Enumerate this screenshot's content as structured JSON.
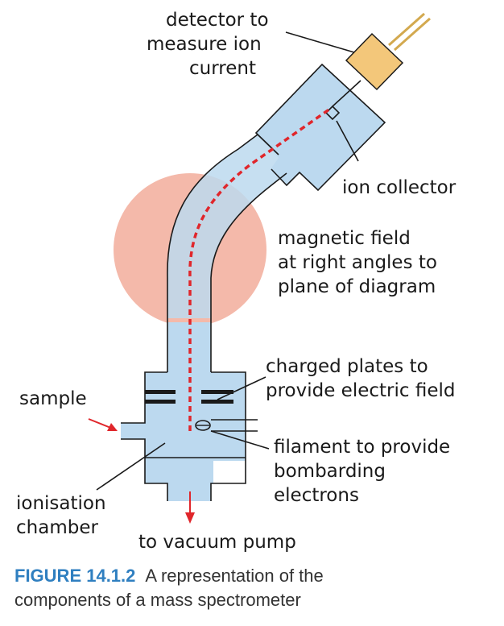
{
  "labels": {
    "detector": [
      "detector to",
      "measure ion",
      "current"
    ],
    "ion_collector": "ion collector",
    "magnetic_field": [
      "magnetic field",
      "at right angles to",
      "plane of diagram"
    ],
    "charged_plates": [
      "charged plates to",
      "provide electric field"
    ],
    "sample": "sample",
    "filament": [
      "filament to provide",
      "bombarding",
      "electrons"
    ],
    "ionisation_chamber": [
      "ionisation",
      "chamber"
    ],
    "vacuum_pump": "to vacuum pump"
  },
  "caption": {
    "figure_number": "FIGURE 14.1.2",
    "text_line1": "A representation of the",
    "text_line2": "components of a mass spectrometer"
  },
  "colors": {
    "tube_fill": "#bcd9ef",
    "magnetic_field": "#f4b9aa",
    "detector": "#f3c77a",
    "ion_path": "#e0262b",
    "outline": "#1a1a1a",
    "caption_accent": "#2f7fc0"
  }
}
